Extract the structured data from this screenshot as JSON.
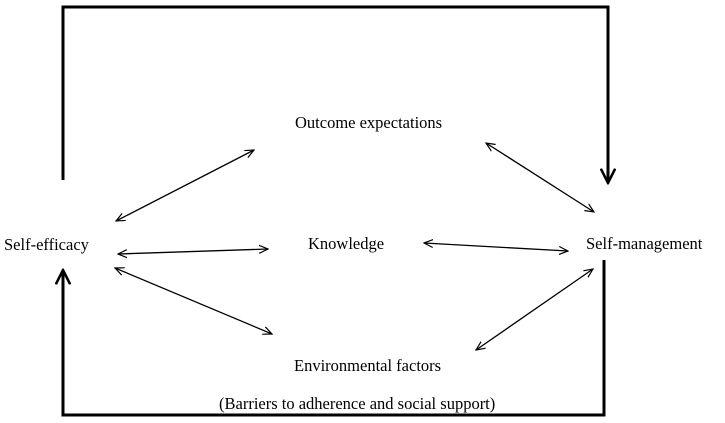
{
  "nodes": {
    "self_efficacy": "Self-efficacy",
    "outcome_expectations": "Outcome expectations",
    "knowledge": "Knowledge",
    "self_management": "Self-management",
    "environmental_factors": "Environmental factors",
    "environmental_note": "(Barriers to adherence and social support)"
  },
  "colors": {
    "line": "#000000",
    "background": "#ffffff"
  }
}
